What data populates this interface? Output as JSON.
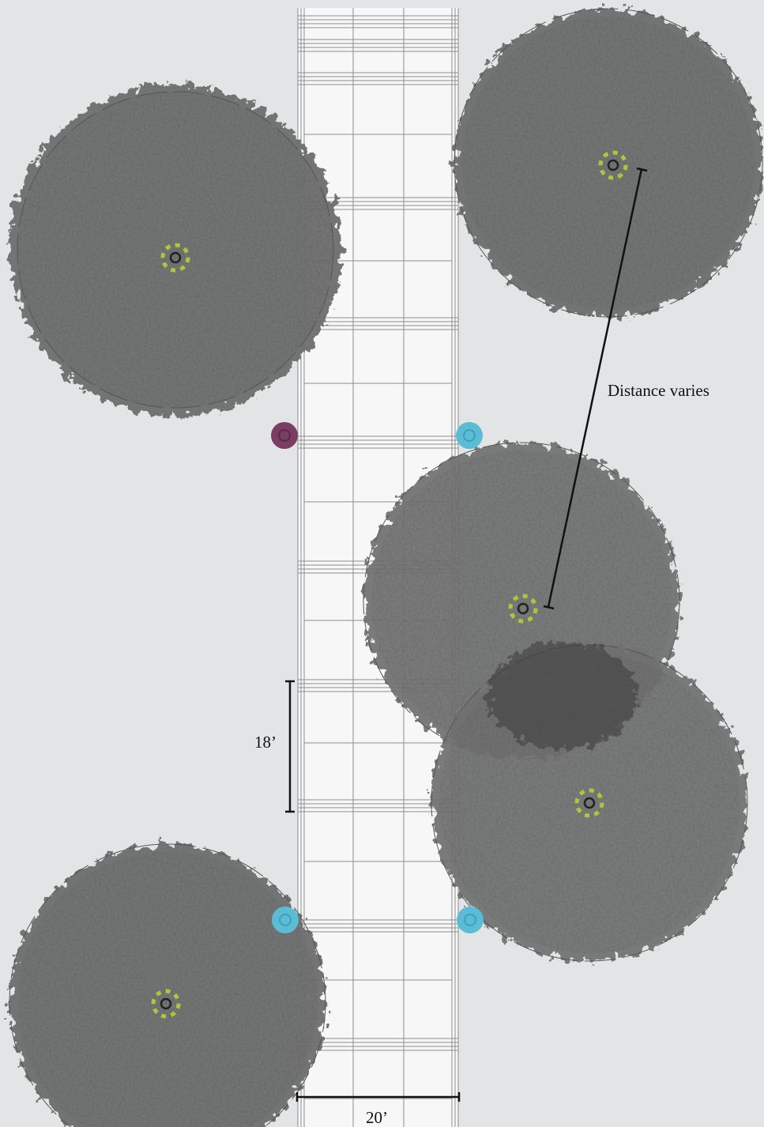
{
  "labels": {
    "distance": "Distance varies",
    "spacing": "18’",
    "width": "20’"
  },
  "trees": [
    {
      "id": "tree-upper-left",
      "type": "tree"
    },
    {
      "id": "tree-upper-right",
      "type": "tree"
    },
    {
      "id": "tree-middle-right",
      "type": "tree"
    },
    {
      "id": "tree-lower-right",
      "type": "tree"
    },
    {
      "id": "tree-lower-left",
      "type": "tree"
    }
  ],
  "posts": [
    {
      "id": "post-purple",
      "color": "#7a3d63"
    },
    {
      "id": "post-blue-1",
      "color": "#5bbcd6"
    },
    {
      "id": "post-blue-2",
      "color": "#5bbcd6"
    },
    {
      "id": "post-blue-3",
      "color": "#5bbcd6"
    }
  ],
  "colors": {
    "background": "#e3e4e6",
    "path": "#f6f6f6",
    "grid": "#8a8a8a",
    "canopy": "#6a6a6a",
    "trunk_marker": "#a8c93a"
  }
}
